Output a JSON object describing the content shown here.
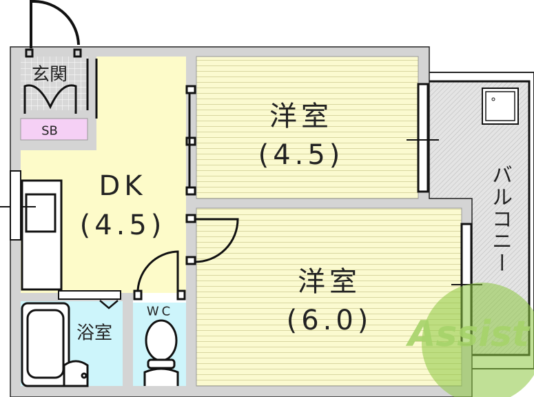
{
  "rooms": {
    "entrance": {
      "label": "玄関"
    },
    "shoe_box": {
      "label": "SB"
    },
    "dining_kitchen": {
      "label": "DK",
      "size": "(4.5)"
    },
    "western_room_1": {
      "label": "洋室",
      "size": "(4.5)"
    },
    "western_room_2": {
      "label": "洋室",
      "size": "(6.0)"
    },
    "bathroom": {
      "label": "浴室"
    },
    "toilet": {
      "label": "WC"
    },
    "balcony": {
      "label": "バルコニー"
    }
  },
  "watermark": {
    "text": "Assist"
  },
  "colors": {
    "wall": "#d4d4d4",
    "dk_floor": "#fdfbc9",
    "room_floor": "#fbfad0",
    "wet_area": "#cdf5fb",
    "shoe_box": "#f5d0f5",
    "balcony": "#dedede",
    "watermark": "#8cc63f"
  }
}
